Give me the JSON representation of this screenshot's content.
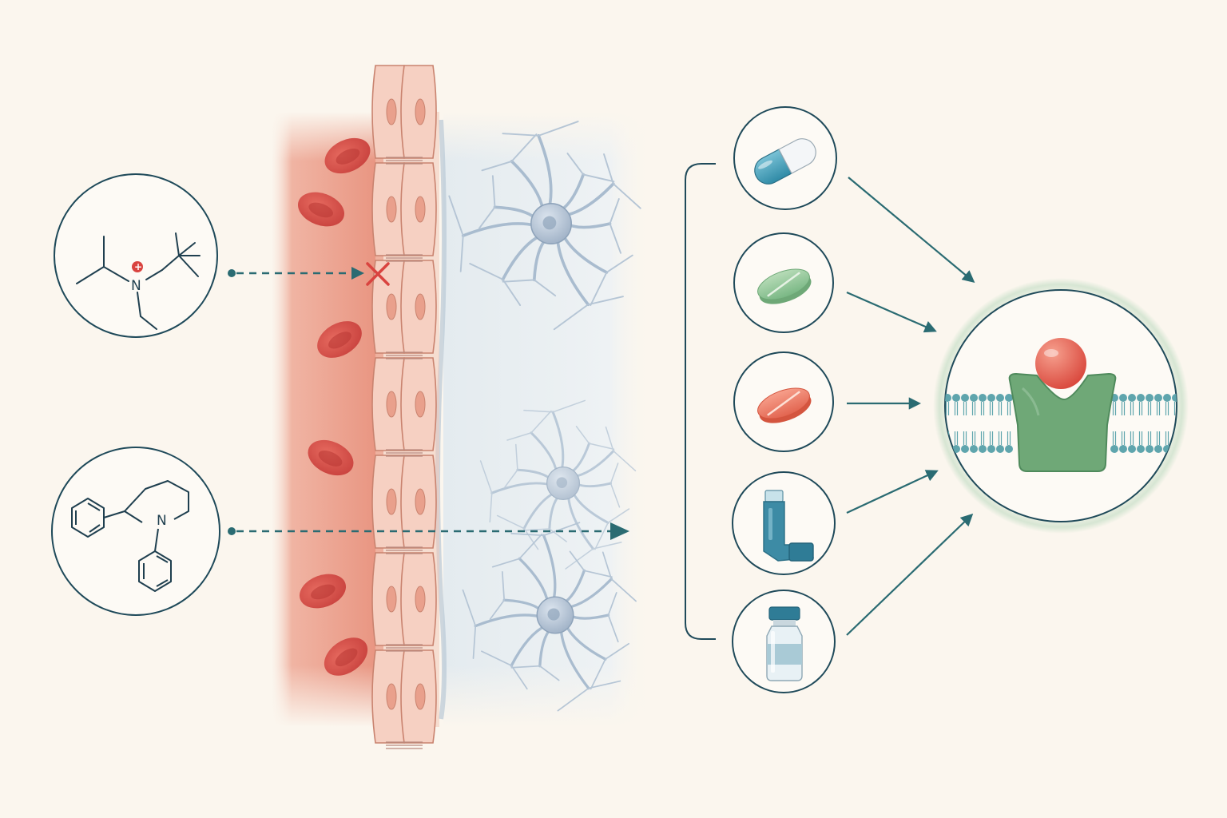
{
  "colors": {
    "background": "#fbf6ee",
    "outline": "#1f4a5a",
    "arrow": "#2a6b72",
    "blood": "#eaa08e",
    "red_cell": "#d9544d",
    "endothelium": "#f2c4b3",
    "brain": "#eef2f4",
    "neuron": "#9fb3c8",
    "block_mark": "#d9433f",
    "receptor": "#6fa877",
    "ligand": "#e0604f",
    "membrane": "#5fa5ad"
  },
  "molecules": [
    {
      "id": "charged-amine",
      "atom_label": "N",
      "charge_label": "+",
      "crosses_barrier": false,
      "icon": "quaternary-ammonium-structure"
    },
    {
      "id": "lipophilic-amine",
      "atom_label": "N",
      "crosses_barrier": true,
      "icon": "phenyl-piperidine-structure"
    }
  ],
  "formulations": [
    {
      "id": "capsule",
      "icon": "capsule-icon"
    },
    {
      "id": "green-tablet",
      "icon": "green-tablet-icon"
    },
    {
      "id": "red-tablet",
      "icon": "red-tablet-icon"
    },
    {
      "id": "inhaler",
      "icon": "inhaler-icon"
    },
    {
      "id": "vial",
      "icon": "vial-icon"
    }
  ],
  "target": {
    "icon": "membrane-receptor-icon"
  }
}
